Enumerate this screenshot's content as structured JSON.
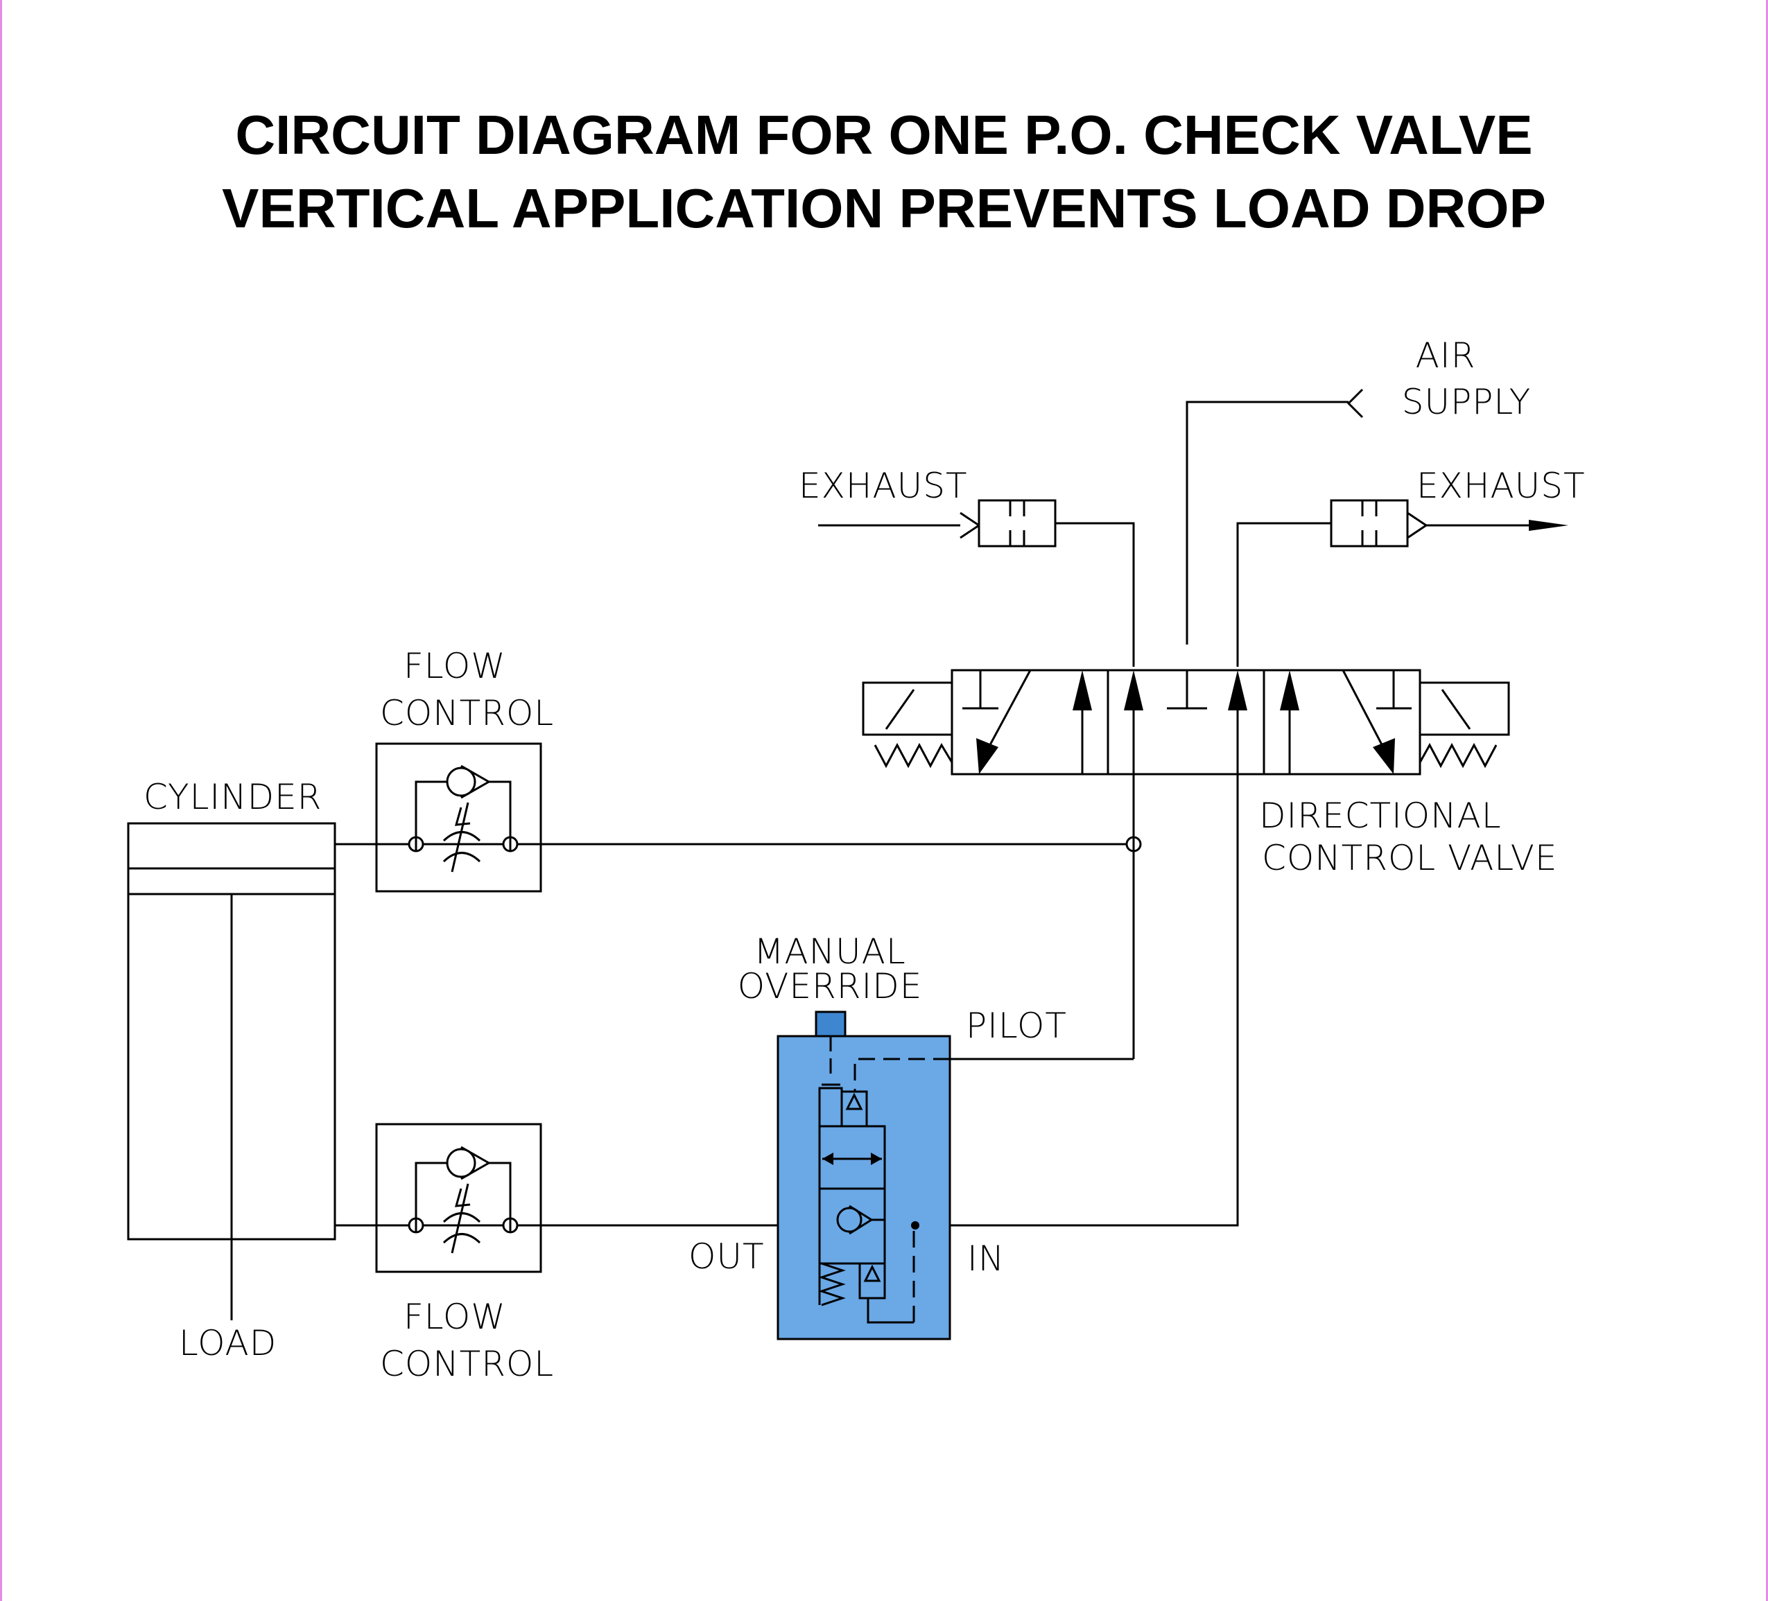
{
  "title": {
    "line1": "CIRCUIT DIAGRAM FOR ONE P.O. CHECK VALVE",
    "line2": "VERTICAL APPLICATION PREVENTS LOAD DROP"
  },
  "labels": {
    "air_supply_line1": "AIR",
    "air_supply_line2": "SUPPLY",
    "exhaust_left": "EXHAUST",
    "exhaust_right": "EXHAUST",
    "flow_control_top_line1": "FLOW",
    "flow_control_top_line2": "CONTROL",
    "flow_control_bottom_line1": "FLOW",
    "flow_control_bottom_line2": "CONTROL",
    "cylinder": "CYLINDER",
    "load": "LOAD",
    "directional_line1": "DIRECTIONAL",
    "directional_line2": "CONTROL  VALVE",
    "manual_override_line1": "MANUAL",
    "manual_override_line2": "OVERRIDE",
    "pilot": "PILOT",
    "out": "OUT",
    "in": "IN"
  },
  "colors": {
    "check_valve_fill": "#6aa8e6",
    "override_button_fill": "#3f86d0",
    "line": "#000000",
    "page_edge": "#e58be5"
  }
}
